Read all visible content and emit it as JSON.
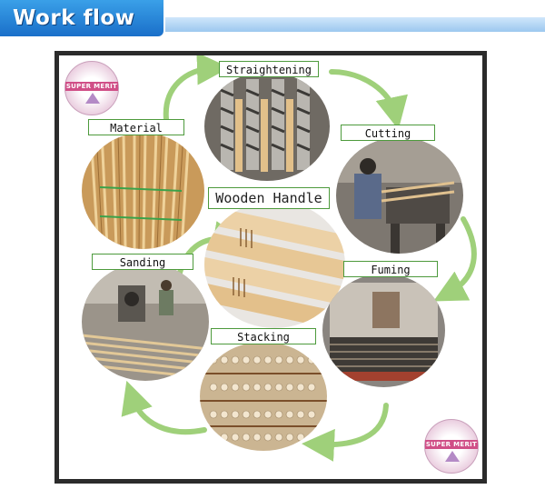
{
  "header": {
    "title": "Work flow"
  },
  "logo": {
    "text": "SUPER MERIT"
  },
  "diagram": {
    "center_label": "Wooden Handle",
    "steps": [
      {
        "id": "straightening",
        "label": "Straightening"
      },
      {
        "id": "cutting",
        "label": "Cutting"
      },
      {
        "id": "fuming",
        "label": "Fuming"
      },
      {
        "id": "stacking",
        "label": "Stacking"
      },
      {
        "id": "sanding",
        "label": "Sanding"
      },
      {
        "id": "material",
        "label": "Material"
      }
    ]
  },
  "colors": {
    "header_blue": "#1a6fc9",
    "arrow_green": "#9fd07a",
    "label_border": "#4d9a3c",
    "wood": "#d9b27a"
  },
  "icons": [
    "flow-arrow-icon",
    "super-merit-logo-icon"
  ]
}
